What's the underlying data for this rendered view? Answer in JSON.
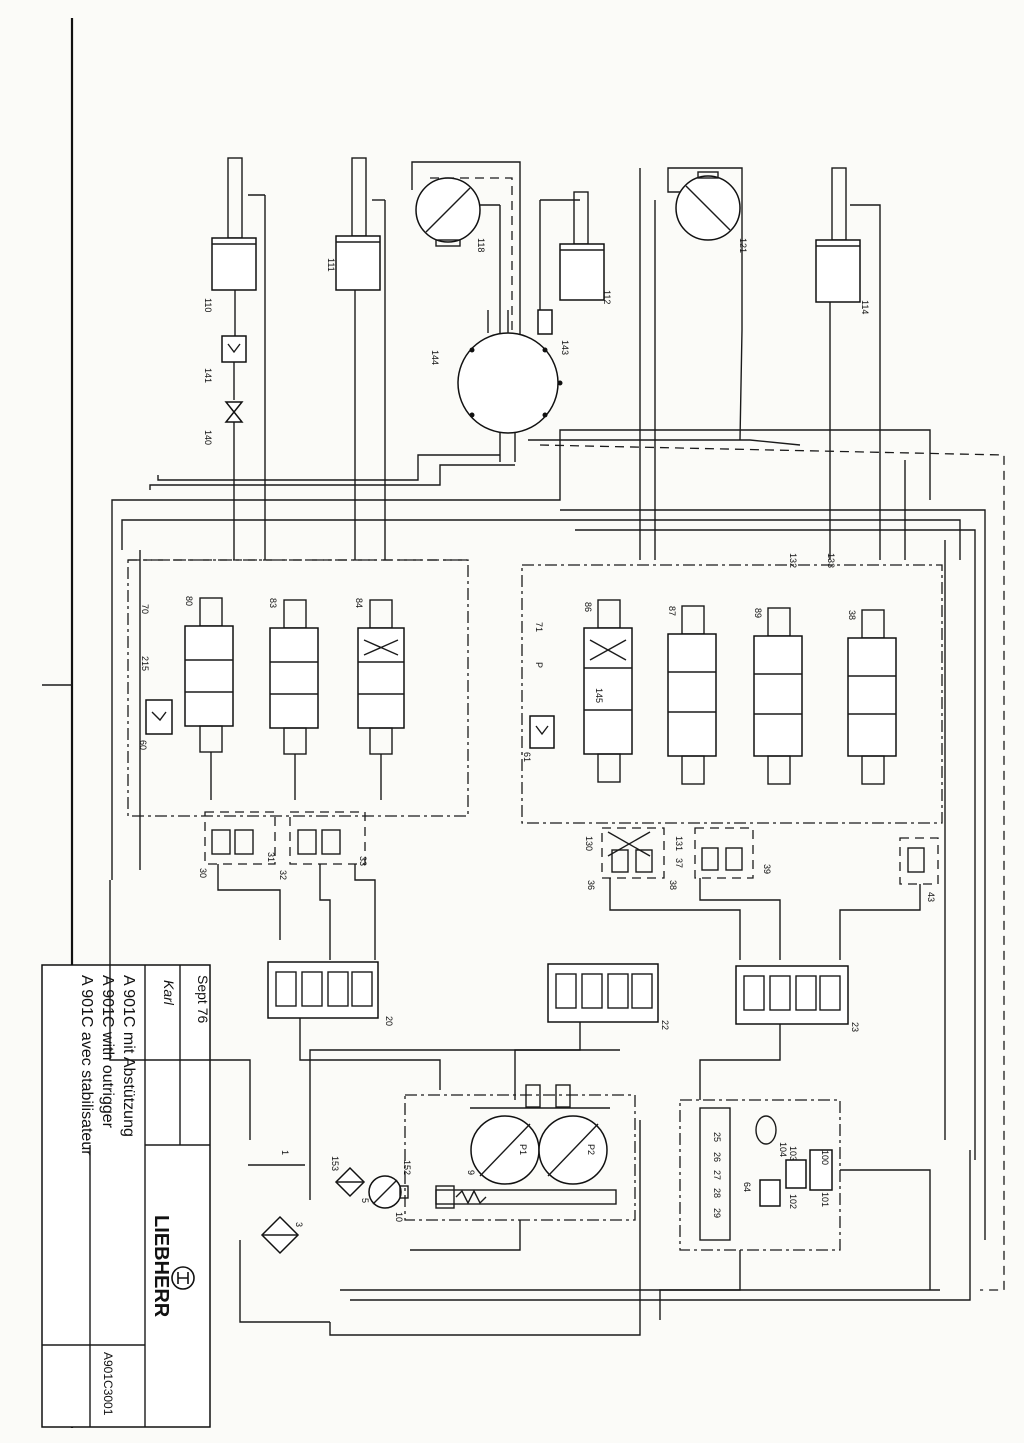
{
  "drawing": {
    "number": "A901C3001",
    "date": "Sept 76",
    "drawn_by": "Karl",
    "brand": "LIEBHERR",
    "titles": [
      "A 901C mit Abstützung",
      "A 901C with outrigger",
      "A 901C avec stabilisateur"
    ]
  },
  "components": {
    "cylinders": [
      "110",
      "111",
      "112",
      "114"
    ],
    "motors": [
      "118",
      "121"
    ],
    "swivel": "144",
    "valves_upper": [
      "141",
      "140",
      "143"
    ],
    "valve_block_left": {
      "id": "70",
      "spools": [
        "80",
        "83",
        "84"
      ],
      "relief": "60",
      "note": "215"
    },
    "valve_block_right": {
      "id": "71",
      "spools": [
        "86",
        "87",
        "89",
        "38"
      ],
      "relief": "61",
      "center": "145",
      "tag": "P"
    },
    "check_blocks_left": [
      "30",
      "31",
      "32",
      "33"
    ],
    "check_blocks_right": [
      "130",
      "131",
      "36",
      "37",
      "38",
      "39",
      "43"
    ],
    "tags_right": [
      "132",
      "133"
    ],
    "shuttle_blocks": [
      "20",
      "22",
      "23"
    ],
    "pumps": [
      "P1",
      "P2"
    ],
    "pump_parts": [
      "9",
      "10",
      "152",
      "153",
      "5",
      "3",
      "1"
    ],
    "control_block": [
      "25",
      "26",
      "27",
      "28",
      "29",
      "64",
      "100",
      "101",
      "102",
      "103",
      "104"
    ]
  },
  "colors": {
    "line": "#1b1b1b",
    "paper": "#fbfbf8"
  }
}
